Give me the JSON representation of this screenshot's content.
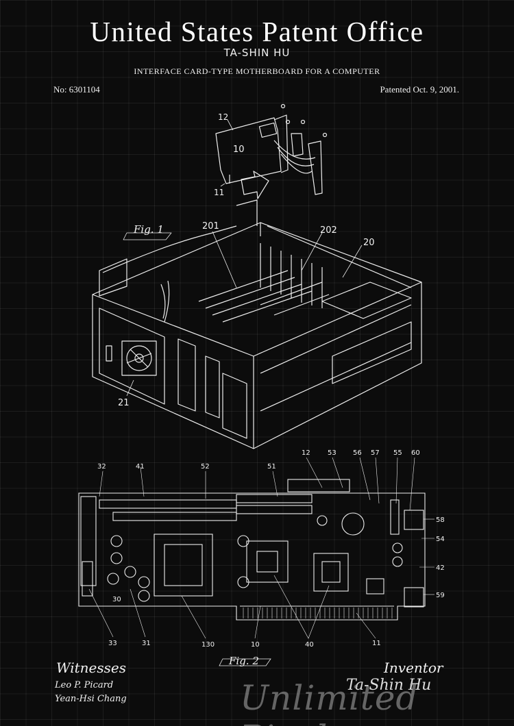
{
  "header": {
    "title": "United States Patent Office",
    "inventor": "TA-SHIN HU",
    "subtitle": "INTERFACE CARD-TYPE MOTHERBOARD FOR A COMPUTER",
    "patent_number": "No: 6301104",
    "patented": "Patented Oct. 9, 2001."
  },
  "figure1": {
    "label": "Fig. 1",
    "callouts": [
      "12",
      "10",
      "11",
      "201",
      "202",
      "20",
      "21"
    ]
  },
  "figure2": {
    "label": "Fig. 2",
    "callouts_top": [
      "32",
      "41",
      "52",
      "51",
      "12",
      "53",
      "56",
      "57",
      "55",
      "60"
    ],
    "callouts_right": [
      "58",
      "54",
      "42",
      "59"
    ],
    "callouts_bottom": [
      "33",
      "31",
      "30",
      "130",
      "10",
      "40",
      "11"
    ]
  },
  "footer": {
    "witnesses_heading": "Witnesses",
    "witness_1": "Leo P. Picard",
    "witness_2": "Yean-Hsi Chang",
    "inventor_heading": "Inventor",
    "inventor_signature": "Ta-Shin Hu",
    "watermark": "Unlimited Pixel"
  }
}
